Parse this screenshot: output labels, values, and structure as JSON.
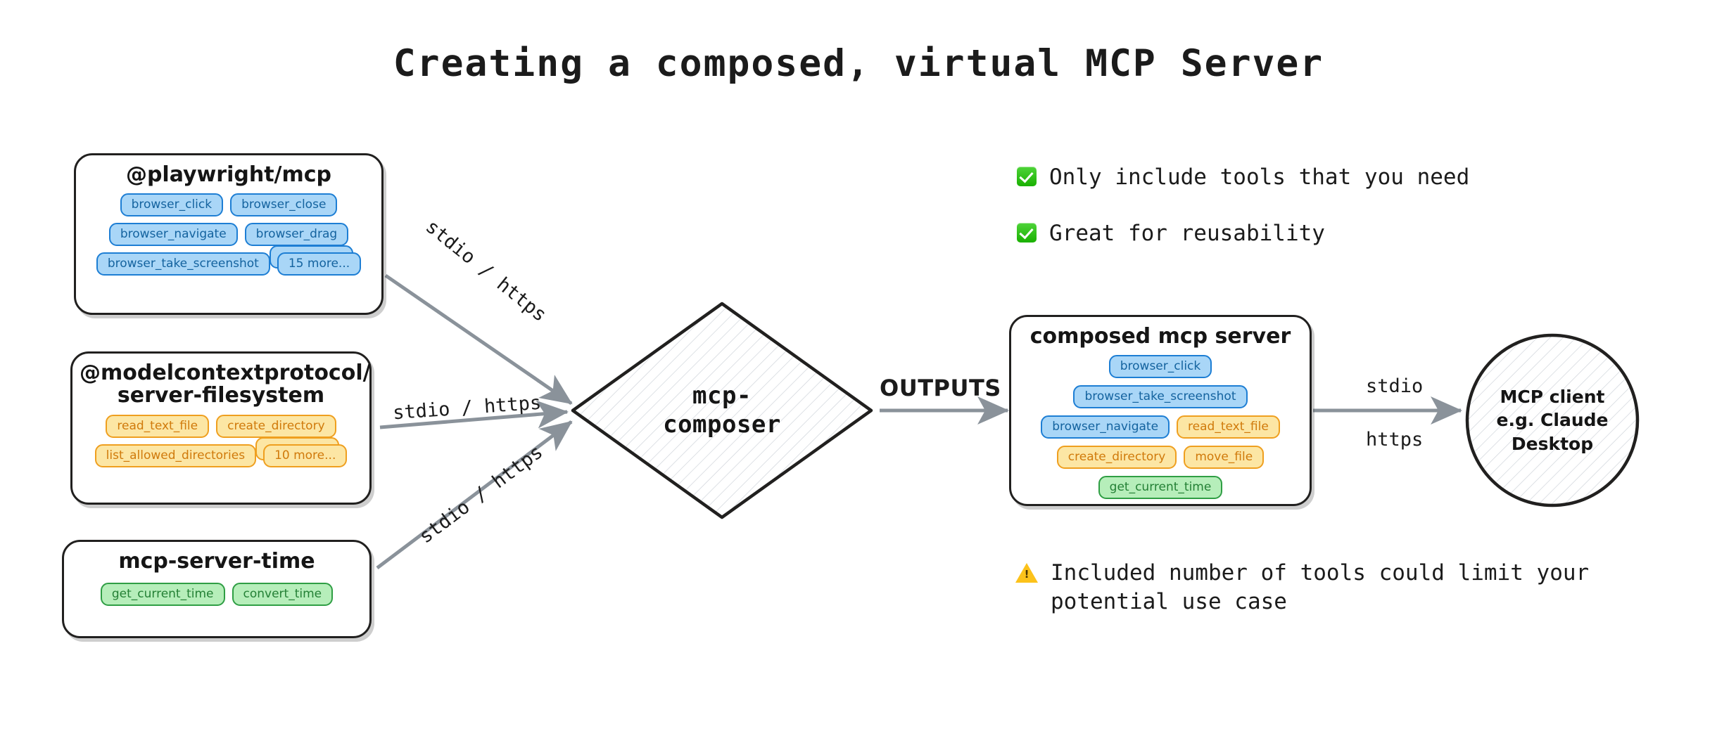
{
  "title": "Creating a composed, virtual MCP Server",
  "sources": [
    {
      "id": "playwright",
      "name": "@playwright/mcp",
      "color": "blue",
      "tools": [
        "browser_click",
        "browser_close",
        "browser_navigate",
        "browser_drag",
        "browser_take_screenshot"
      ],
      "more_label": "15 more..."
    },
    {
      "id": "filesystem",
      "name": "@modelcontextprotocol/\nserver-filesystem",
      "color": "yellow",
      "tools": [
        "read_text_file",
        "create_directory",
        "list_allowed_directories"
      ],
      "more_label": "10 more..."
    },
    {
      "id": "time",
      "name": "mcp-server-time",
      "color": "green",
      "tools": [
        "get_current_time",
        "convert_time"
      ],
      "more_label": ""
    }
  ],
  "composer": {
    "label": "mcp-\ncomposer"
  },
  "composed_server": {
    "title": "composed mcp server",
    "tools": [
      {
        "label": "browser_click",
        "color": "blue"
      },
      {
        "label": "browser_take_screenshot",
        "color": "blue"
      },
      {
        "label": "browser_navigate",
        "color": "blue"
      },
      {
        "label": "read_text_file",
        "color": "yellow"
      },
      {
        "label": "create_directory",
        "color": "yellow"
      },
      {
        "label": "move_file",
        "color": "yellow"
      },
      {
        "label": "get_current_time",
        "color": "green"
      }
    ]
  },
  "client": {
    "label": "MCP client\ne.g. Claude\nDesktop"
  },
  "edges": {
    "source_1": "stdio / https",
    "source_2": "stdio / https",
    "source_3": "stdio / https",
    "outputs": "OUTPUTS",
    "client_stdio": "stdio",
    "client_https": "https"
  },
  "notes": {
    "note_1": "Only include tools that you need",
    "note_2": "Great for reusability",
    "warning": "Included number of tools could limit your\npotential use case"
  },
  "colors": {
    "blue_fill": "#a9d6f7",
    "blue_border": "#1d7ed4",
    "yellow_fill": "#fce6a4",
    "yellow_border": "#ef9f1f",
    "green_fill": "#b6eeba",
    "green_border": "#2f9e44",
    "node_border": "#21201f",
    "arrow": "#8a929a",
    "check_green": "#19b000",
    "warn_yellow": "#fcc21b"
  }
}
